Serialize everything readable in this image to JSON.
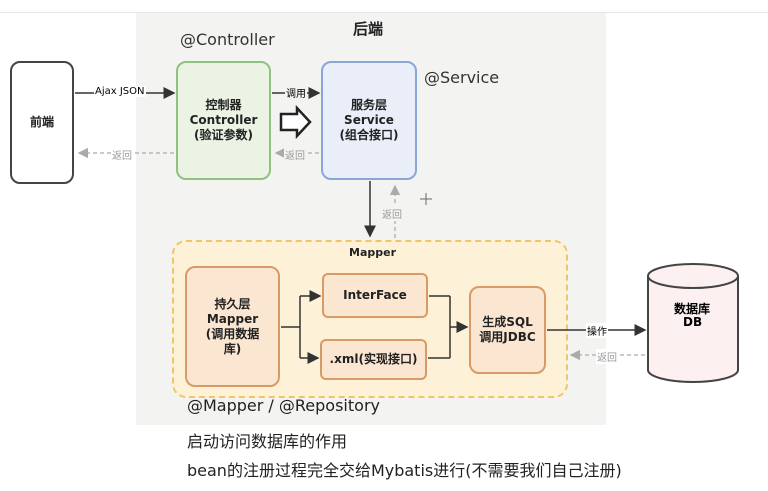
{
  "backend": {
    "title": "后端"
  },
  "annotations": {
    "controller": "@Controller",
    "service": "@Service",
    "mapper_group": "Mapper"
  },
  "nodes": {
    "frontend": "前端",
    "controller": [
      "控制器",
      "Controller",
      "(验证参数)"
    ],
    "service": [
      "服务层",
      "Service",
      "(组合接口)"
    ],
    "persistence": [
      "持久层",
      "Mapper",
      "(调用数据",
      "库)"
    ],
    "interface": "InterFace",
    "xml": ".xml(实现接口)",
    "jdbc": [
      "生成SQL",
      "调用JDBC"
    ],
    "db": [
      "数据库",
      "DB"
    ]
  },
  "edges": {
    "ajax": "Ajax JSON",
    "call": "调用",
    "return1": "返回",
    "return2": "返回",
    "return3": "返回",
    "return4": "返回",
    "operate": "操作"
  },
  "notes": [
    "@Mapper / @Repository",
    "启动访问数据库的作用",
    "bean的注册过程完全交给Mybatis进行(不需要我们自己注册)"
  ],
  "colors": {
    "controller_fill": "#eaf3e4",
    "controller_border": "#8fc27e",
    "service_fill": "#e9eef8",
    "service_border": "#8aa6d8",
    "mapper_fill": "#fdf1d8",
    "mapper_border": "#f0c56a",
    "inner_fill": "#fbe6d2",
    "inner_border": "#d99a66"
  }
}
